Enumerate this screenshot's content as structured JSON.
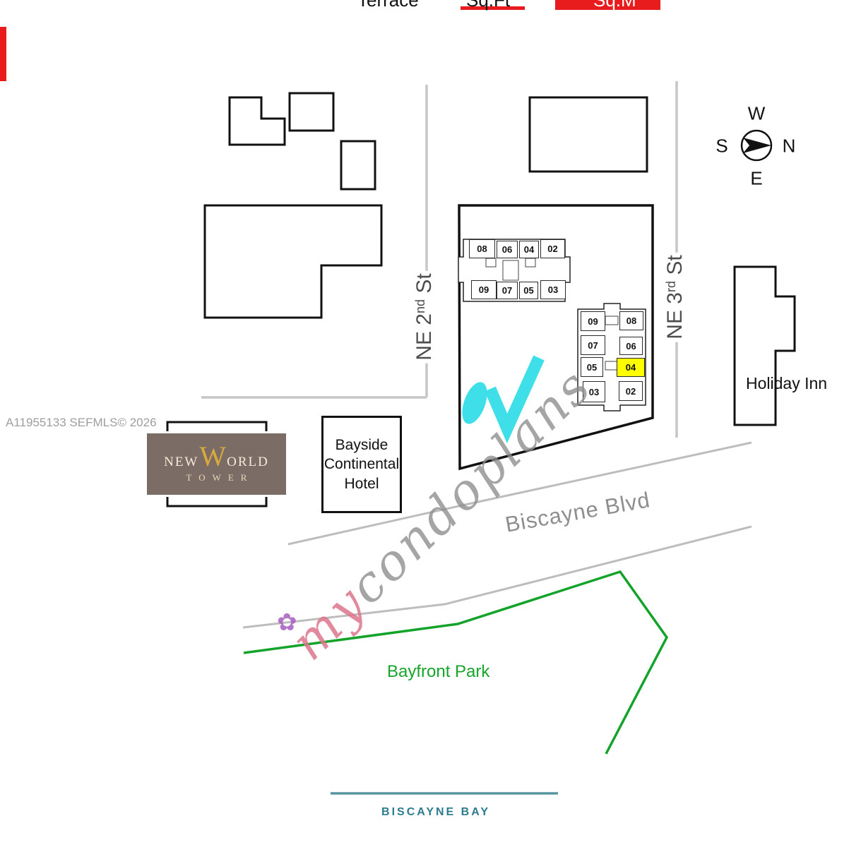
{
  "top_strip": {
    "terrace": "Terrace",
    "sqft": "Sq.Ft",
    "sqm": "Sq.M"
  },
  "compass": {
    "n": "N",
    "s": "S",
    "e": "E",
    "w": "W"
  },
  "streets": {
    "ne2": {
      "prefix": "NE 2",
      "sup": "nd",
      "suffix": " St"
    },
    "ne3": {
      "prefix": "NE 3",
      "sup": "rd",
      "suffix": " St"
    },
    "biscayne_blvd": "Biscayne Blvd"
  },
  "plates": {
    "a": {
      "top": [
        "08",
        "06",
        "04",
        "02"
      ],
      "bottom": [
        "09",
        "07",
        "05",
        "03"
      ]
    },
    "b": {
      "rows": [
        [
          "09",
          "08"
        ],
        [
          "07",
          "06"
        ],
        [
          "05",
          "04"
        ],
        [
          "03",
          "02"
        ]
      ],
      "highlighted_unit": "04"
    }
  },
  "labels": {
    "hotel_line1": "Bayside",
    "hotel_line2": "Continental",
    "hotel_line3": "Hotel",
    "holiday_inn": "Holiday Inn",
    "bayfront_park": "Bayfront Park",
    "biscayne_bay": "BISCAYNE BAY"
  },
  "logo": {
    "new": "NEW",
    "w": "W",
    "orld": "ORLD",
    "tower": "TOWER"
  },
  "watermark": {
    "part1": "my",
    "part2": "condoplans",
    "flower": "✿"
  },
  "footer": {
    "mls": "A11955133  SEFMLS© 2026"
  },
  "colors": {
    "highlight_yellow": "#FFFF00",
    "pool_cyan": "#3EDFE8",
    "park_green": "#14A32A",
    "bay_teal": "#2D7B8E",
    "road_gray": "#BDBDBD",
    "accent_red": "#E81C1C",
    "logo_brown": "#7C6C66",
    "logo_gold": "#D9A93B"
  }
}
